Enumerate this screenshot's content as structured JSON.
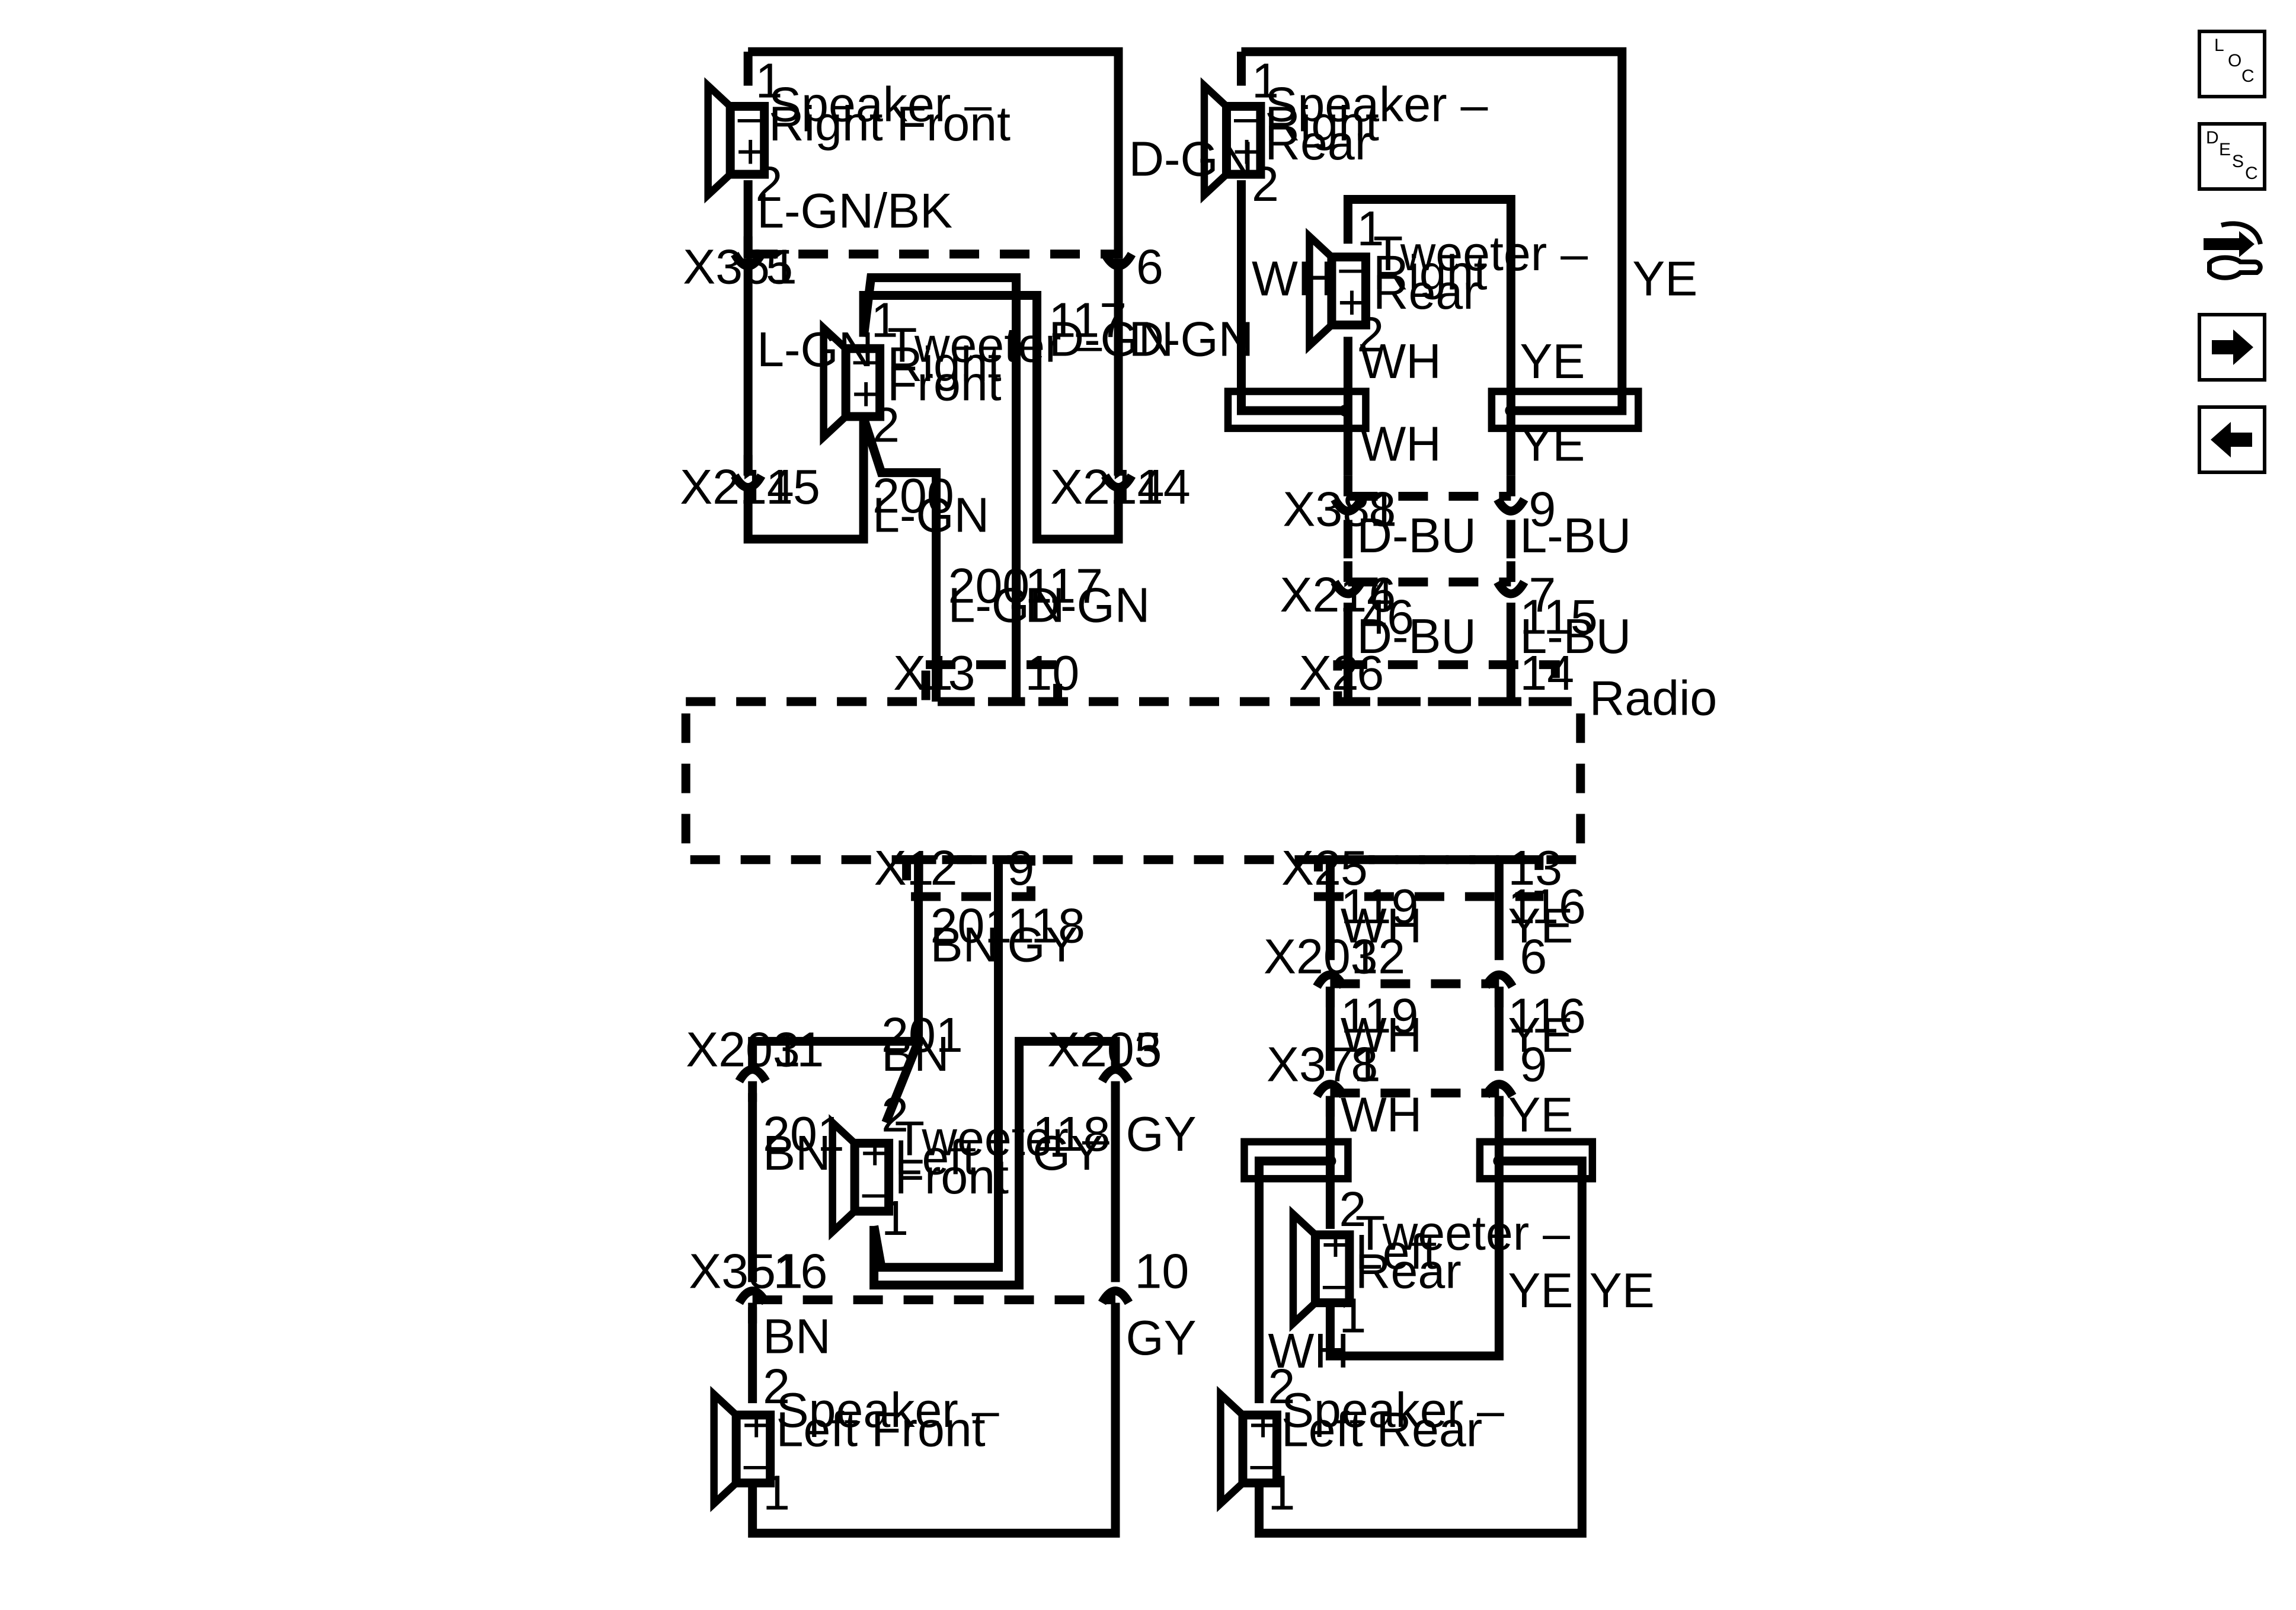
{
  "nav": {
    "loc": {
      "l1": "L",
      "l2": "O",
      "l3": "C"
    },
    "desc": {
      "l1": "D",
      "l2": "E",
      "l3": "S",
      "l4": "C"
    },
    "icons": [
      "loc-button-icon",
      "desc-button-icon",
      "connector-wrench-icon",
      "arrow-right-icon",
      "arrow-left-icon"
    ]
  },
  "radio": {
    "label": "Radio",
    "x1": "X1",
    "x2": "X2"
  },
  "components": {
    "spk_rf": {
      "l1": "Speaker –",
      "l2": "Right Front"
    },
    "spk_rr": {
      "l1": "Speaker –",
      "l2": "Right",
      "l3": "Rear"
    },
    "tw_rf": {
      "l1": "Tweeter –",
      "l2": "Right",
      "l3": "Front"
    },
    "tw_rr": {
      "l1": "Tweeter –",
      "l2": "Right",
      "l3": "Rear"
    },
    "tw_lf": {
      "l1": "Tweeter –",
      "l2": "Left",
      "l3": "Front"
    },
    "tw_lr": {
      "l1": "Tweeter –",
      "l2": "Left",
      "l3": "Rear"
    },
    "spk_lf": {
      "l1": "Speaker –",
      "l2": "Left Front"
    },
    "spk_lr": {
      "l1": "Speaker –",
      "l2": "Left Rear"
    }
  },
  "pins": {
    "one": "1",
    "two": "2"
  },
  "connectors": {
    "x361": "X361",
    "x214": "X214",
    "x381": "X381",
    "x203": "X203",
    "x371": "X371",
    "x351": "X351"
  },
  "pin_numbers": {
    "p2": "2",
    "p3": "3",
    "p5": "5",
    "p6": "6",
    "p7": "7",
    "p8": "8",
    "p9": "9",
    "p10": "10",
    "p11": "11",
    "p12": "12",
    "p13": "13",
    "p14": "14",
    "p15": "15",
    "p16": "16"
  },
  "wires": {
    "lgn_bk": "L-GN/BK",
    "dgn": "D-GN",
    "lgn": "L-GN",
    "wh": "WH",
    "ye": "YE",
    "dbu": "D-BU",
    "lbu": "L-BU",
    "bn": "BN",
    "gy": "GY",
    "c117": "117",
    "c200": "200",
    "c46": "46",
    "c115": "115",
    "c201": "201",
    "c118": "118",
    "c119": "119",
    "c116": "116"
  }
}
